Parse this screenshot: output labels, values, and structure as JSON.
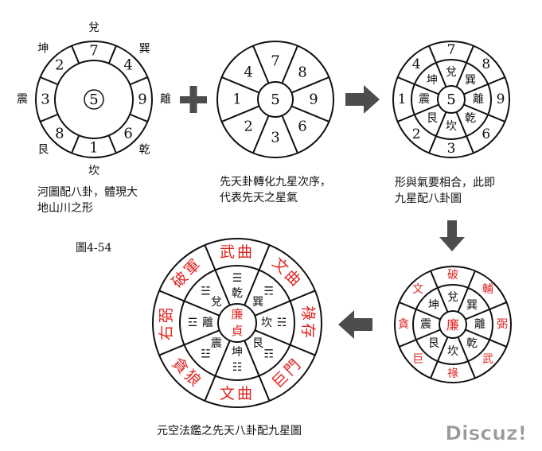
{
  "captions": {
    "d1": [
      "河圖配八卦，體現大",
      "地山川之形"
    ],
    "d2": [
      "先天卦轉化九星次序，",
      "代表先天之星氣"
    ],
    "d3": [
      "形與氣要相合，此即",
      "九星配八卦圖"
    ],
    "figure_number": "圖4-54",
    "bottom": "元空法鑑之先天八卦配九星圖"
  },
  "watermark": "Discuz!",
  "diagram1": {
    "center": "5",
    "numbers": [
      "7",
      "4",
      "9",
      "6",
      "1",
      "8",
      "3",
      "2"
    ],
    "trigrams": [
      "兌",
      "巽",
      "離",
      "乾",
      "坎",
      "艮",
      "震",
      "坤"
    ]
  },
  "diagram2": {
    "center": "5",
    "numbers": [
      "7",
      "8",
      "9",
      "6",
      "3",
      "2",
      "1",
      "4"
    ]
  },
  "diagram3": {
    "center": "5",
    "inner": [
      "兌",
      "巽",
      "離",
      "乾",
      "坎",
      "艮",
      "震",
      "坤"
    ],
    "outer": [
      "7",
      "8",
      "9",
      "6",
      "3",
      "2",
      "1",
      "4"
    ]
  },
  "diagram4": {
    "center": "廉",
    "inner": [
      "兌",
      "巽",
      "離",
      "乾",
      "坎",
      "艮",
      "震",
      "坤"
    ],
    "outer": [
      "破",
      "輔",
      "弼",
      "武",
      "祿",
      "巨",
      "貪",
      "文"
    ]
  },
  "diagram5": {
    "center": [
      "廉",
      "貞"
    ],
    "inner": [
      "乾",
      "巽",
      "坎",
      "艮",
      "坤",
      "震",
      "離",
      "兌"
    ],
    "trigram_symbols": [
      "☰",
      "☴",
      "☵",
      "☶",
      "☷",
      "☳",
      "☲",
      "☱"
    ],
    "outer": [
      "武曲",
      "文曲",
      "祿存",
      "巨門",
      "文曲",
      "貪狼",
      "右弼",
      "破軍"
    ]
  },
  "colors": {
    "stroke": "#111111",
    "red": "#e0231f",
    "arrow": "#4d4d4d",
    "watermark": "#9a9a9a"
  }
}
